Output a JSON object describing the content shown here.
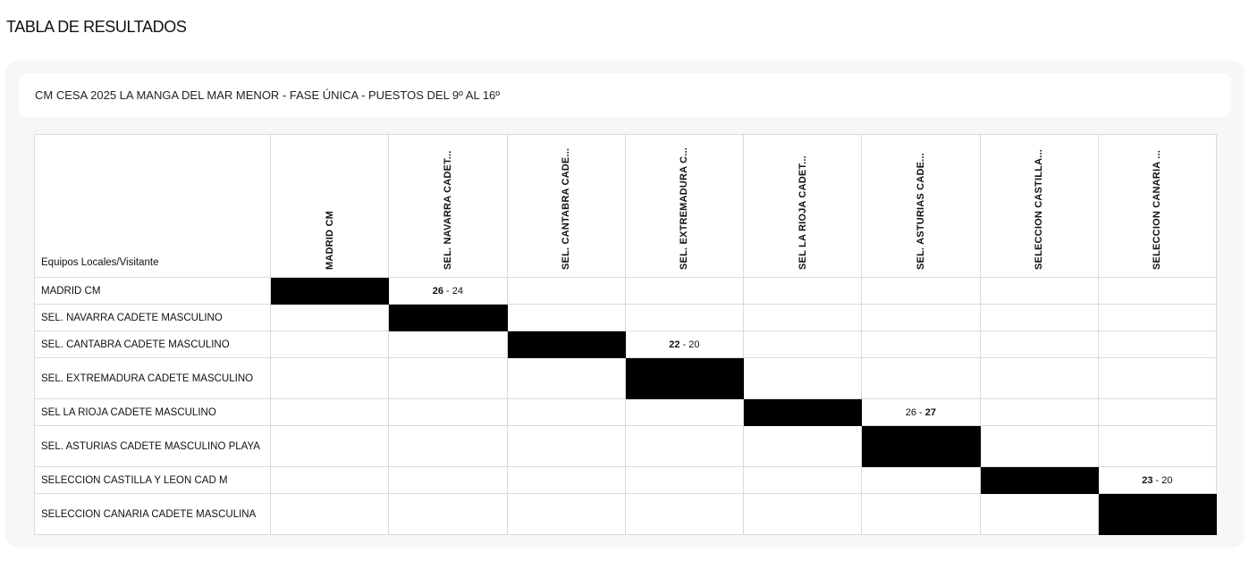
{
  "page": {
    "title": "TABLA DE RESULTADOS"
  },
  "competition": {
    "name": "CM CESA 2025 LA MANGA DEL MAR MENOR - FASE ÚNICA - PUESTOS DEL 9º AL 16º"
  },
  "table": {
    "corner_label": "Equipos Locales/Visitante",
    "columns": [
      "MADRID CM",
      "SEL. NAVARRA CADET...",
      "SEL. CANTABRA CADE...",
      "SEL. EXTREMADURA C...",
      "SEL LA RIOJA CADET...",
      "SEL. ASTURIAS CADE...",
      "SELECCION CASTILLA...",
      "SELECCION CANARIA ..."
    ],
    "rows": [
      {
        "team": "MADRID CM",
        "results": [
          {
            "type": "self"
          },
          {
            "type": "score",
            "home": "26",
            "away": "24",
            "winner": "home"
          },
          {
            "type": "empty"
          },
          {
            "type": "empty"
          },
          {
            "type": "empty"
          },
          {
            "type": "empty"
          },
          {
            "type": "empty"
          },
          {
            "type": "empty"
          }
        ]
      },
      {
        "team": "SEL. NAVARRA CADETE MASCULINO",
        "results": [
          {
            "type": "empty"
          },
          {
            "type": "self"
          },
          {
            "type": "empty"
          },
          {
            "type": "empty"
          },
          {
            "type": "empty"
          },
          {
            "type": "empty"
          },
          {
            "type": "empty"
          },
          {
            "type": "empty"
          }
        ]
      },
      {
        "team": "SEL. CANTABRA CADETE MASCULINO",
        "results": [
          {
            "type": "empty"
          },
          {
            "type": "empty"
          },
          {
            "type": "self"
          },
          {
            "type": "score",
            "home": "22",
            "away": "20",
            "winner": "home"
          },
          {
            "type": "empty"
          },
          {
            "type": "empty"
          },
          {
            "type": "empty"
          },
          {
            "type": "empty"
          }
        ]
      },
      {
        "team": "SEL. EXTREMADURA CADETE MASCULINO",
        "results": [
          {
            "type": "empty"
          },
          {
            "type": "empty"
          },
          {
            "type": "empty"
          },
          {
            "type": "self"
          },
          {
            "type": "empty"
          },
          {
            "type": "empty"
          },
          {
            "type": "empty"
          },
          {
            "type": "empty"
          }
        ]
      },
      {
        "team": "SEL LA RIOJA CADETE MASCULINO",
        "results": [
          {
            "type": "empty"
          },
          {
            "type": "empty"
          },
          {
            "type": "empty"
          },
          {
            "type": "empty"
          },
          {
            "type": "self"
          },
          {
            "type": "score",
            "home": "26",
            "away": "27",
            "winner": "away"
          },
          {
            "type": "empty"
          },
          {
            "type": "empty"
          }
        ]
      },
      {
        "team": "SEL. ASTURIAS CADETE MASCULINO PLAYA",
        "results": [
          {
            "type": "empty"
          },
          {
            "type": "empty"
          },
          {
            "type": "empty"
          },
          {
            "type": "empty"
          },
          {
            "type": "empty"
          },
          {
            "type": "self"
          },
          {
            "type": "empty"
          },
          {
            "type": "empty"
          }
        ]
      },
      {
        "team": "SELECCION CASTILLA Y LEON CAD M",
        "results": [
          {
            "type": "empty"
          },
          {
            "type": "empty"
          },
          {
            "type": "empty"
          },
          {
            "type": "empty"
          },
          {
            "type": "empty"
          },
          {
            "type": "empty"
          },
          {
            "type": "self"
          },
          {
            "type": "score",
            "home": "23",
            "away": "20",
            "winner": "home"
          }
        ]
      },
      {
        "team": "SELECCION CANARIA CADETE MASCULINA",
        "results": [
          {
            "type": "empty"
          },
          {
            "type": "empty"
          },
          {
            "type": "empty"
          },
          {
            "type": "empty"
          },
          {
            "type": "empty"
          },
          {
            "type": "empty"
          },
          {
            "type": "empty"
          },
          {
            "type": "self"
          }
        ]
      }
    ],
    "score_separator": " - ",
    "colors": {
      "self_cell": "#000000",
      "grid": "#dadada",
      "panel_bg": "#f7f7f7"
    }
  }
}
